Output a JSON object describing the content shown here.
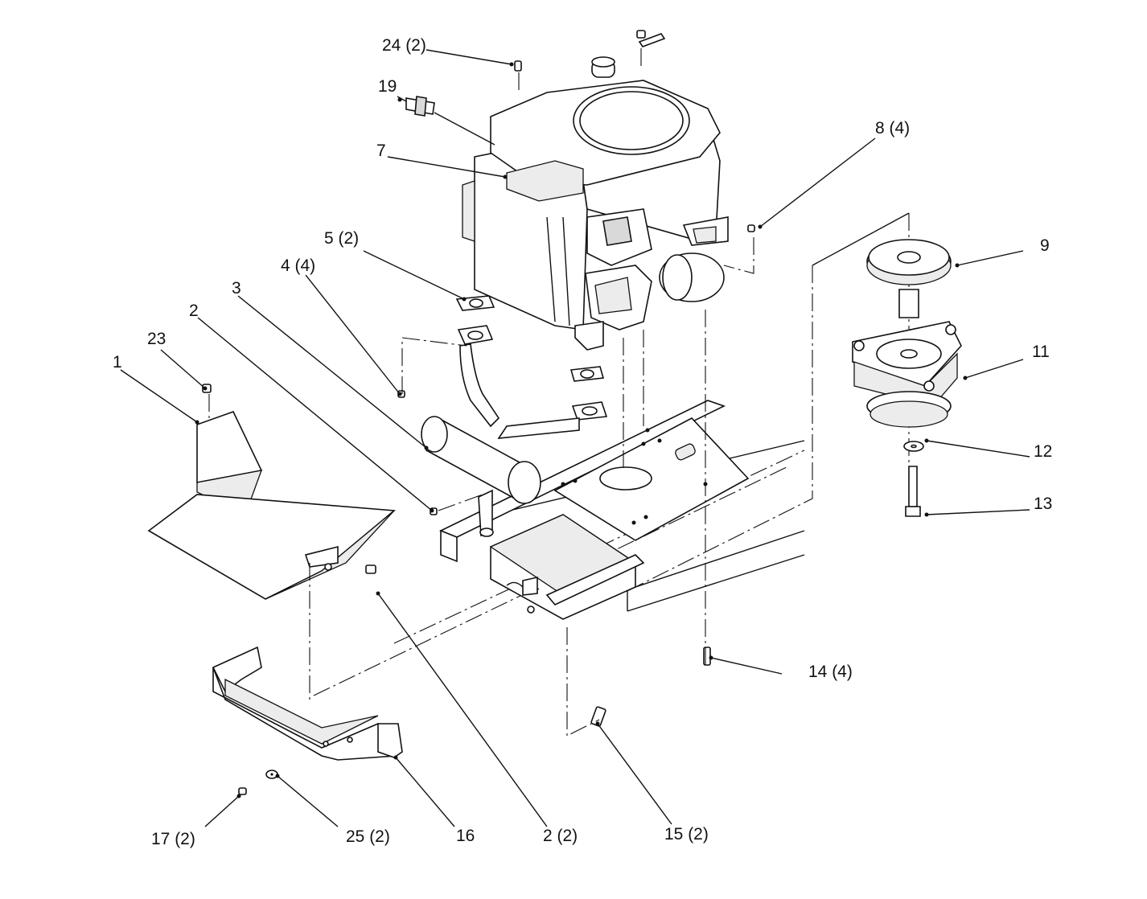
{
  "diagram": {
    "labels": {
      "p1": "1",
      "p2": "2",
      "p2b": "2 (2)",
      "p3": "3",
      "p4": "4 (4)",
      "p5": "5 (2)",
      "p7": "7",
      "p8": "8 (4)",
      "p9": "9",
      "p11": "11",
      "p12": "12",
      "p13": "13",
      "p14": "14 (4)",
      "p15": "15 (2)",
      "p16": "16",
      "p17": "17 (2)",
      "p19": "19",
      "p23": "23",
      "p24": "24 (2)",
      "p25": "25 (2)"
    }
  }
}
